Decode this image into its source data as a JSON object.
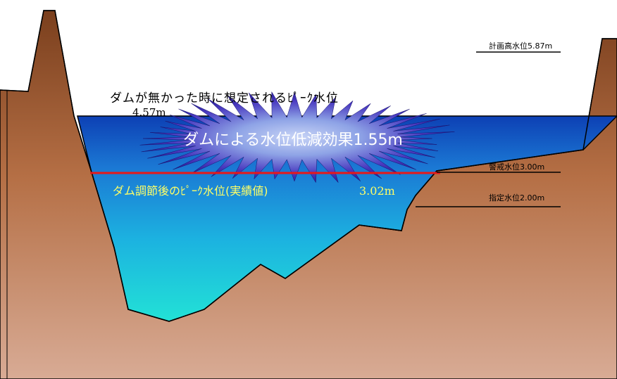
{
  "diagram": {
    "no_dam_peak_label": "ダムが無かった時に想定されるﾋﾟｰｸ水位",
    "no_dam_peak_value": "4.57m",
    "reduction_effect_label": "ダムによる水位低減効果1.55m",
    "post_dam_peak_label": "ダム調節後のﾋﾟｰｸ水位(実績値)",
    "post_dam_peak_value": "3.02m",
    "levels": {
      "plan_high": "計画高水位5.87m",
      "warning": "警戒水位3.00m",
      "designated": "指定水位2.00m"
    },
    "colors": {
      "terrain_dark": "#7a3f1d",
      "terrain_light": "#d8ab95",
      "water_top": "#0d40b4",
      "water_bottom": "#22e2d6",
      "burst_outer": "#3b2ab0",
      "burst_inner": "#9fb4ee",
      "reduced_level_line": "#e81818",
      "post_label_text": "#ffff66"
    }
  }
}
